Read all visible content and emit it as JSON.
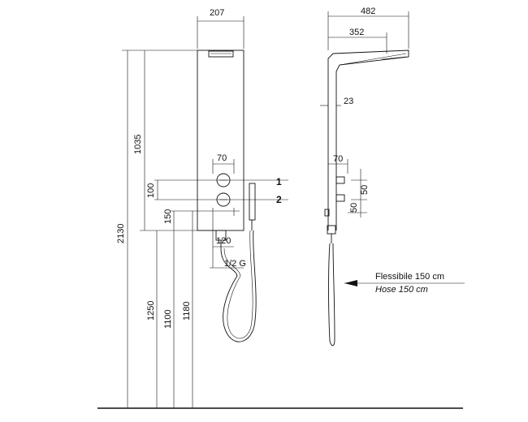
{
  "front_view": {
    "width": "207",
    "height_total": "2130",
    "panel_height": "1035",
    "spacing_controls": "100",
    "bottom_offset": "150",
    "control_width": "70",
    "outlet_spacing": "120",
    "connection": "1/2 G",
    "height_1250": "1250",
    "height_1100": "1100",
    "height_1180": "1180",
    "marker_1": "1",
    "marker_2": "2"
  },
  "side_view": {
    "total_depth": "482",
    "head_depth": "352",
    "wall_gap": "23",
    "control_depth": "70",
    "spacing_upper": "50",
    "spacing_lower": "50"
  },
  "hose_label": {
    "italian": "Flessibile 150 cm",
    "english": "Hose 150 cm"
  }
}
